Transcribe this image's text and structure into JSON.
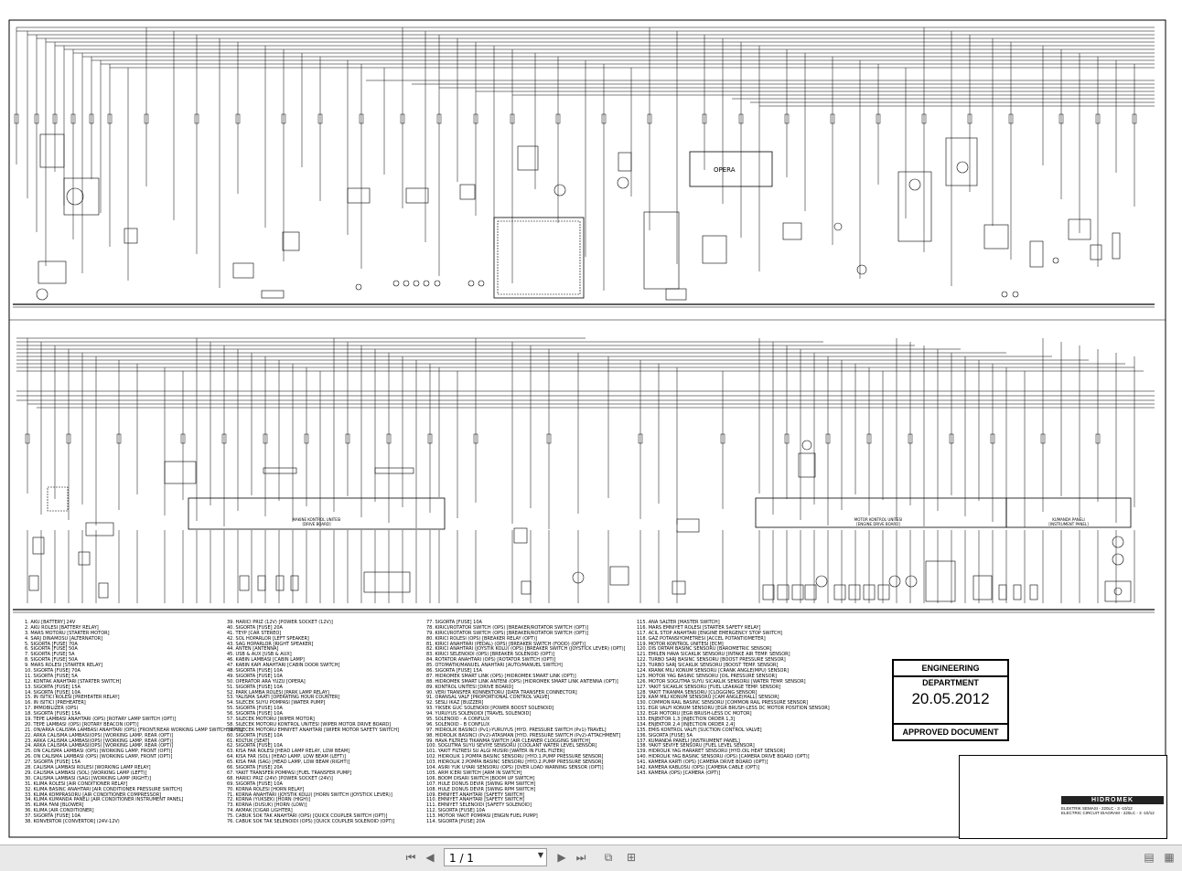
{
  "colors": {
    "line": "#000000",
    "paper": "#ffffff",
    "background": "#d9d9d9",
    "toolbar": "#e9e9e9"
  },
  "stamp": {
    "header": "ENGINEERING DEPARTMENT",
    "date": "20.05.2012",
    "footer": "APPROVED DOCUMENT"
  },
  "diagram": {
    "opera_label": "OPERA",
    "machine_unit": "MAKINE KONTROL UNITESI",
    "machine_unit_en": "[DRIVE BOARD]",
    "engine_unit": "MOTOR KONTROL UNITESI",
    "engine_unit_en": "[ENGINE DRIVE BOARD]",
    "panel_unit": "KUMANDA PANELI",
    "panel_unit_en": "[INSTRUMENT PANEL]"
  },
  "legend": {
    "col1": [
      "1. AKU [BATTERY] 24V",
      "2. AKU ROLESI [BATTERY RELAY]",
      "3. MARS MOTORU [STARTER MOTOR]",
      "4. SARJ DINAMOSU [ALTERNATOR]",
      "5. SIGORTA [FUSE] 70A",
      "6. SIGORTA [FUSE] 50A",
      "7. SIGORTA [FUSE] 5A",
      "8. SIGORTA [FUSE] 50A",
      "9. MARS ROLESI [STARTER RELAY]",
      "10. SIGORTA [FUSE] 70A",
      "11. SIGORTA [FUSE] 5A",
      "12. KONTAK ANAHTARI [STARTER SWITCH]",
      "13. SIGORTA [FUSE] 15A",
      "14. SIGORTA [FUSE] 10A",
      "15. IN ISITICI ROLESI [PREHEATER RELAY]",
      "16. IN ISITICI [PREHEATER]",
      "17. IMMOBILIZER (OPS)",
      "18. SIGORTA [FUSE] 15A",
      "19. TEPE LAMBASI ANAHTARI (OPS) [ROTARY LAMP SWITCH (OPT)]",
      "20. TEPE LAMBASI (OPS) [ROTARY BEACON (OPT)]",
      "21. ON/ARKA CALISMA LAMBASI ANAHTARI (OPS) [FRONT/REAR WORKING LAMP SWITCH (OPT)]",
      "22. ARKA CALISMA LAMBASI(OPS) [WORKING LAMP, REAR (OPT)]",
      "23. ARKA CALISMA LAMBASI(OPS) [WORKING LAMP, REAR (OPT)]",
      "24. ARKA CALISMA LAMBASI(OPS) [WORKING LAMP, REAR (OPT)]",
      "25. ON CALISMA LAMBASI (OPS) [WORKING LAMP, FRONT (OPT)]",
      "26. ON CALISMA LAMBASI (OPS) [WORKING LAMP, FRONT (OPT)]",
      "27. SIGORTA [FUSE] 15A",
      "28. CALISMA LAMBASI ROLESI [WORKING LAMP RELAY]",
      "29. CALISMA LAMBASI (SOL) [WORKING LAMP (LEFT)]",
      "30. CALISMA LAMBASI (SAG) [WORKING LAMP (RIGHT)]",
      "31. KLIMA ROLESI [AIR CONDITIONER RELAY]",
      "32. KLIMA BASINC ANAHTARI [AIR CONDITIONER PRESSURE SWITCH]",
      "33. KLIMA KOMPRASORU [AIR CONDITIONER COMPRESSOR]",
      "34. KLIMA KUMANDA PANELI [AIR CONDITIONER INSTRUMENT PANEL]",
      "35. KLIMA FANI [BLOWER]",
      "36. KLIMA [AIR CONDITIONER]",
      "37. SIGORTA [FUSE] 10A",
      "38. KONVERTOR [CONVERTOR] (24V-12V)"
    ],
    "col2": [
      "39. HARICI PRIZ (12V) [POWER SOCKET (12V)]",
      "40. SIGORTA [FUSE] 20A",
      "41. TEYP [CAR STEREO]",
      "42. SOL HOPARLOR [LEFT SPEAKER]",
      "43. SAG HOPARLOR [RIGHT SPEAKER]",
      "44. ANTEN [ANTENNA]",
      "45. USB & AUX [USB & AUX]",
      "46. KABIN LAMBASI [CABIN LAMP]",
      "47. KABIN KAPI ANAHTARI [CABIN DOOR SWITCH]",
      "48. SIGORTA [FUSE] 10A",
      "49. SIGORTA [FUSE] 10A",
      "50. OPERATOR ARA YUZU [OPERA]",
      "51. SIGORTA [FUSE] 10A",
      "52. PARK LAMBA ROLESI [PARK LAMP RELAY]",
      "53. YALISMA SAATI [OPERATING HOUR COUNTER]",
      "54. SILECEK SUYU POMPASI [WATER PUMP]",
      "55. SIGORTA [FUSE] 10A",
      "56. SIGORTA [FUSE] 10A",
      "57. SILECEK MOTORU [WIPER MOTOR]",
      "58. SILECEK MOTORU KONTROL UNITESI [WIPER MOTOR DRIVE BOARD]",
      "59. SILECEK MOTORU EMNIYET ANAHTARI [WIPER MOTOR SAFETY SWITCH]",
      "60. SIGORTA [FUSE] 10A",
      "61. KOLTUK [SEAT]",
      "62. SIGORTA [FUSE] 10A",
      "63. KISA FAR ROLESI [HEAD LAMP RELAY, LOW BEAM]",
      "64. KISA FAR (SOL) [HEAD LAMP, LOW BEAM (LEFT)]",
      "65. KISA FAR (SAG) [HEAD LAMP, LOW BEAM (RIGHT)]",
      "66. SIGORTA [FUSE] 20A",
      "67. YAKIT TRANSFER POMPASI [FUEL TRANSFER PUMP]",
      "68. HARICI PRIZ (24V) [POWER SOCKET (24V)]",
      "69. SIGORTA [FUSE] 10A",
      "70. KORNA ROLESI [HORN RELAY]",
      "71. KORNA ANAHTARI (JOYSTIK KOLU) [HORN SWITCH (JOYSTICK LEVER)]",
      "72. KORNA (YUKSEK) [HORN (HIGH)]",
      "73. KORNA (DUSUK) [HORN (LOW)]",
      "74. AKMAK [CIGAR LIGHTER]",
      "75. CABUK SOK TAK ANAHTARI (OPS) [QUICK COUPLER SWITCH (OPT)]",
      "76. CABUK SOK TAK SELENOIDI (OPS) [QUICK COUPLER SOLENOID (OPT)]"
    ],
    "col3": [
      "77. SIGORTA [FUSE] 10A",
      "78. KIRICI/ROTATOR SWITCH (OPS) [BREAKER/ROTATOR SWITCH (OPT)]",
      "79. KIRICI/ROTATOR SWITCH (OPS) [BREAKER/ROTATOR SWITCH (OPT)]",
      "80. KIRICI ROLESI (OPS) [BREAKER RELAY (OPT)]",
      "81. KIRICI ANAHTARI (PEDAL) (OPS) [BREAKER SWITCH (FOOD) (OPT)]",
      "82. KIRICI ANAHTARI (JOYSTIK KOLU) (OPS) [BREAKER SWITCH (JOYSTICK LEVER) (OPT)]",
      "83. KIRICI SELENOIDI (OPS) [BREAKER SOLENOID (OPT)]",
      "84. ROTATOR ANAHTARI (OPS) [ROTATOR SWITCH (OPT)]",
      "85. OTOMATIK/MANUEL ANAHTARI [AUTO/MANUEL SWITCH]",
      "86. SIGORTA [FUSE] 15A",
      "87. HIDROMEK SMART LINK (OPS) [HIDROMEK SMART LINK (OPT)]",
      "88. HIDROMEK SMART LINK ANTENI (OPS) [HIDROMEK SMART LINK ANTENNA (OPT)]",
      "89. KONTROL UNITESI [DRIVE BOARD]",
      "90. VERI TRANSFER KONNEKTORU [DATA TRANSFER CONNECTOR]",
      "91. ORANSAL VALF [PROPORTIONAL CONTROL VALVE]",
      "92. SESLI IKAZ [BUZZER]",
      "93. YIKSEK GUC SOLENOIDI [POWER BOOST SOLENOID]",
      "94. YURUYUS SOLENOIDI [TRAVEL SOLENOID]",
      "95. SOLENOID - A CONFLUX",
      "96. SOLENOID - B CONFLUX",
      "97. HIDROLIK BASINCI (Pv1)-YURUYUS [HYD. PRESSURE SWITCH (Pv1)-TRAVEL]",
      "98. HIDROLIK BASINCI (Pv2)-ATASMAN [HYD. PRESSURE SWITCH (Pv2)-ATTACHMENT]",
      "99. HAVA FILTRESI TIKANMA SWITCH [AIR CLEANER CLOGGING SWITCH]",
      "100. SOGUTMA SUYU SEVIYE SENSORU [COOLANT WATER LEVEL SENSOR]",
      "101. YAKIT FILTRESI SU ALGI MUSIRI [WATER IN FUEL FILTER]",
      "102. HIDROLIK 1.POMPA BASINC SENSORU [HYD.1.PUMP PRESSURE SENSOR]",
      "103. HIDROLIK 2.POMPA BASINC SENSORU [HYD.2.PUMP PRESSURE SENSOR]",
      "104. ASIRI YUK UYARI SENSORU (OPS) [OVER LOAD WARNING SENSOR (OPT)]",
      "105. ARM ICERI SWITCH [ARM IN SWITCH]",
      "106. BOOM DISARI SWITCH [BOOM UP SWITCH]",
      "107. HULE DONUS DEVIR [SWING RPM SWITCH]",
      "108. HULE DONUS DEVIR [SWING RPM SWITCH]",
      "109. EMNIYET ANAHTARI [SAFETY SWITCH]",
      "110. EMNIYET ANAHTARI [SAFETY SWITCH]",
      "111. EMNIYET SELENOIDI [SAFETY SOLENOID]",
      "112. SIGORTA [FUSE] 10A",
      "113. MOTOR YAKIT POMPASI [ENGIN FUEL PUMP]",
      "114. SIGORTA [FUSE] 20A"
    ],
    "col4": [
      "115. ANA SALTER [MASTER SWITCH]",
      "116. MARS EMNIYET ROLESI [STARTER SAFETY RELAY]",
      "117. ACIL STOP ANAHTARI [ENGINE EMERGENCY STOP SWITCH]",
      "118. GAZ POTANSIYOMETRESI [ACCEL POTANTIOMETER]",
      "119. MOTOR KONTROL UNITESI [ECM]",
      "120. DIS ORTAM BASINC SENSORU [BAROMETRIC SENSOR]",
      "121. EMILEN HAVA SICAKLIK SENSORU [INTAKE AIR TEMP. SENSOR]",
      "122. TURBO SARJ BASINC SENSORU [BOOST PRESSURE SENSOR]",
      "123. TURBO SARJ SICAKLIK SENSORU [BOOST TEMP. SENSOR]",
      "124. KRANK MILI KONUM SENSORU [CRANK ANGLE(MPU) SENSOR]",
      "125. MOTOR YAG BASINC SENSORU [OIL PRESSURE SENSOR]",
      "126. MOTOR SOGUTMA SUYU SICAKLIK SENSORU [WATER TEMP. SENSOR]",
      "127. YAKIT SICAKLIK SENSORU [FUEL LEAKAGE TEMP. SENSOR]",
      "128. YAKIT TIKANMA SENSORU [CLOGGING SENSOR]",
      "129. KAM MILI KONUM SENSORU [CAM ANGLE(HALL) SENSOR]",
      "130. COMMON RAIL BASINC SENSORU [COMMON RAIL PRESSURE SENSOR]",
      "131. EGR VALFI KONUM SENSORU [EGR BRUSH-LESS DC MOTOR POSITION SENSOR]",
      "132. EGR MOTORU [EGR BRUSH-LESS DC MOTOR]",
      "133. ENJEKTOR 1,3 [INJECTION ORDER 1,3]",
      "134. ENJEKTOR 2,4 [INJECTION ORDER 2,4]",
      "135. EMIS KONTROL VALFI [SUCTION CONTROL VALVE]",
      "136. SIGORTA [FUSE] 5A",
      "137. KUMANDA PANELI [INSTRUMENT PANEL]",
      "138. YAKIT SEVIYE SENSORU [FUEL LEVEL SENSOR]",
      "139. HIDROLIK YAG HARARET SENSORU [HYD.OIL HEAT SENSOR]",
      "140. HIDROLIK YAG BASINC SENSORU (OPS) [CAMERA DRIVE BOARD (OPT)]",
      "141. KAMERA KARTI (OPS) [CAMERA DRIVE BOARD (OPT)]",
      "142. KAMERA KABLOSU (OPS) [CAMERA CABLE (OPT)]",
      "143. KAMERA (OPS) [CAMERA (OPT)]"
    ]
  },
  "title_block": {
    "brand": "HIDROMEK",
    "line1": "ELEKTRIK SEMASI - 220LC - 3 -10/12",
    "line2": "ELECTRIC CIRCUIT DIAGRAM - 220LC - 3 -10/12"
  },
  "toolbar": {
    "page_value": "1 / 1"
  }
}
